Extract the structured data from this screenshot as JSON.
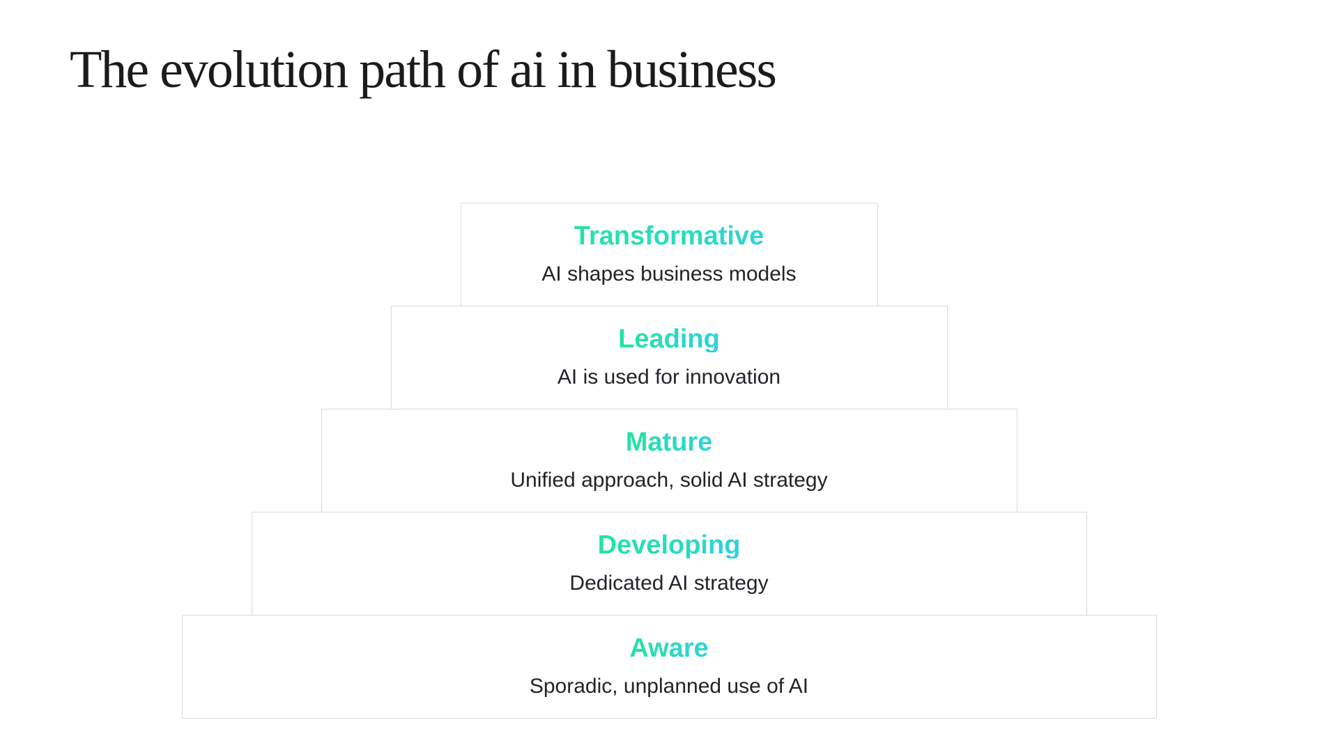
{
  "title": "The evolution path of ai in business",
  "pyramid": {
    "levels": [
      {
        "name": "Transformative",
        "description": "AI shapes business models"
      },
      {
        "name": "Leading",
        "description": "AI is used for innovation"
      },
      {
        "name": "Mature",
        "description": "Unified approach, solid AI strategy"
      },
      {
        "name": "Developing",
        "description": "Dedicated AI strategy"
      },
      {
        "name": "Aware",
        "description": "Sporadic, unplanned use of AI"
      }
    ]
  },
  "colors": {
    "heading_gradient_start": "#24e3a4",
    "heading_gradient_end": "#30d2da",
    "title_text": "#1b1b1d",
    "body_text": "#212428",
    "box_border": "#d9d9d9",
    "background": "#ffffff"
  }
}
